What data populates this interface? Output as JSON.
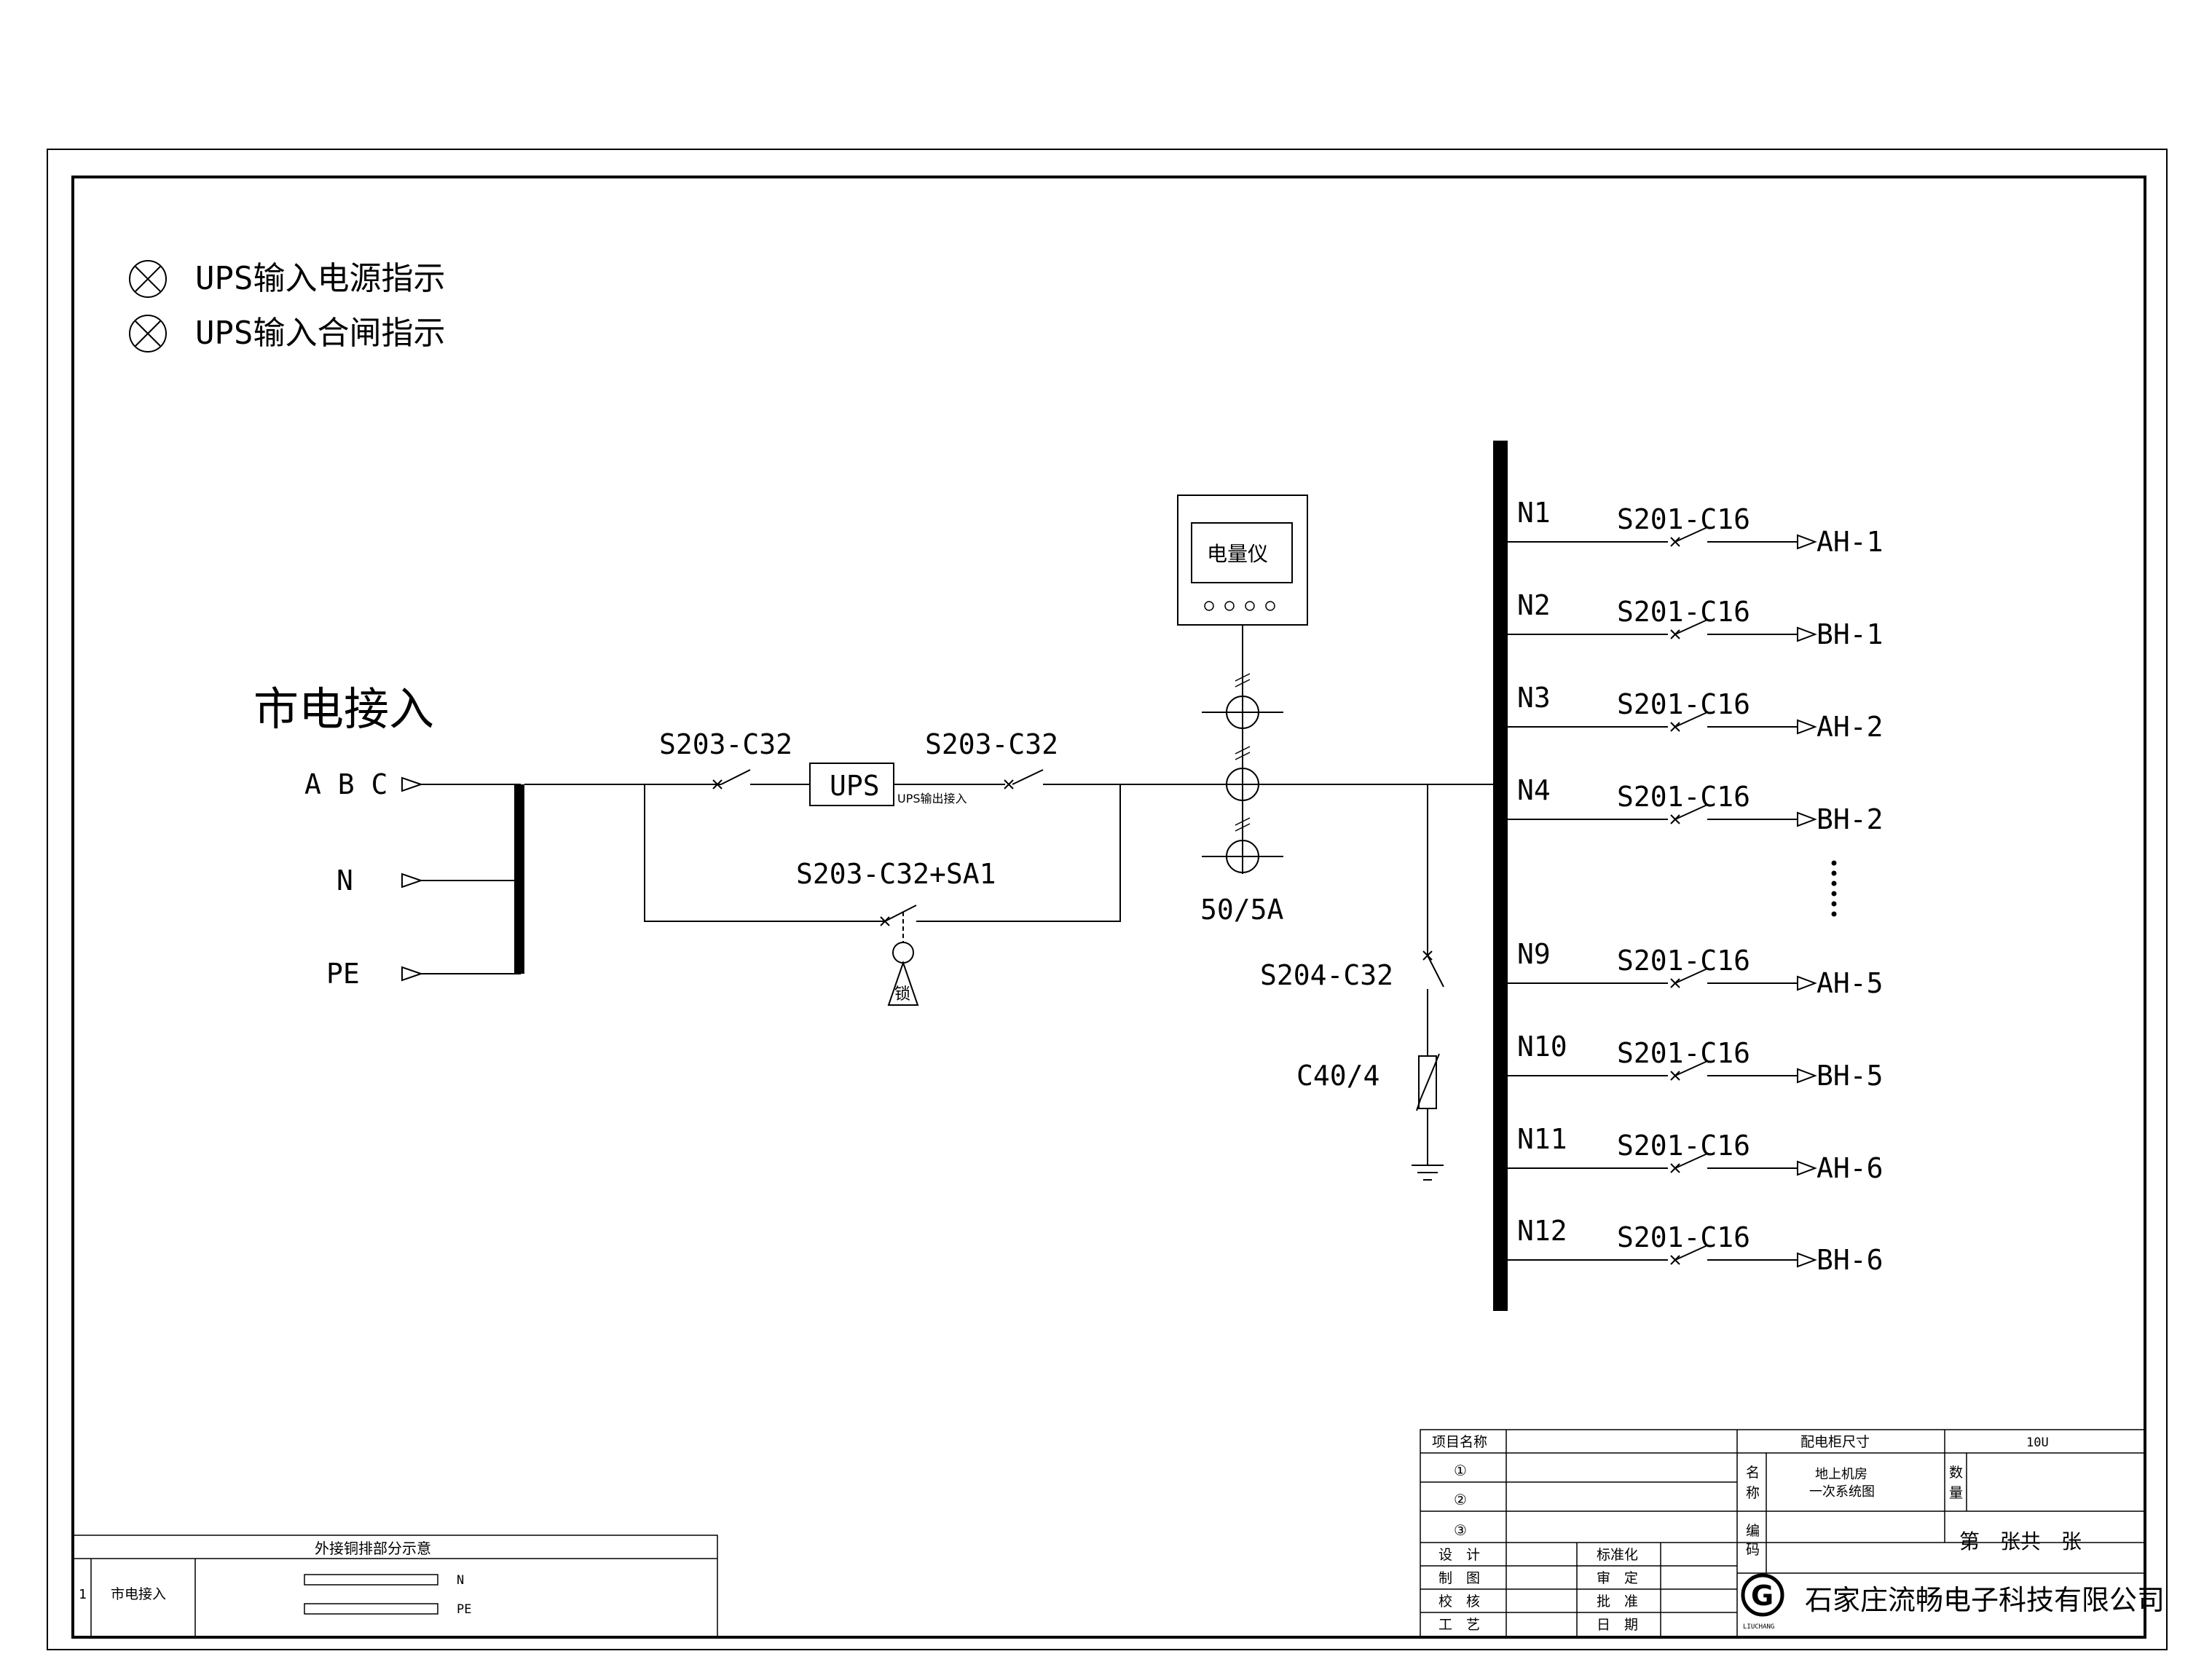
{
  "indicators": [
    {
      "label": "UPS输入电源指示",
      "icon": "lamp-cross-icon"
    },
    {
      "label": "UPS输入合闸指示",
      "icon": "lamp-cross-icon"
    }
  ],
  "mains_title": "市电接入",
  "inputs": {
    "abc": "A B C",
    "n": "N",
    "pe": "PE"
  },
  "breakers": {
    "input": "S203-C32",
    "output": "S203-C32",
    "bypass": "S203-C32+SA1",
    "spd_breaker": "S204-C32"
  },
  "ups": {
    "label": "UPS",
    "output_note": "UPS输出接入"
  },
  "lock_label": "锁",
  "meter_label": "电量仪",
  "ct_label": "50/5A",
  "spd_label": "C40/4",
  "branches": [
    {
      "n": "N1",
      "breaker": "S201-C16",
      "load": "AH-1"
    },
    {
      "n": "N2",
      "breaker": "S201-C16",
      "load": "BH-1"
    },
    {
      "n": "N3",
      "breaker": "S201-C16",
      "load": "AH-2"
    },
    {
      "n": "N4",
      "breaker": "S201-C16",
      "load": "BH-2"
    },
    {
      "n": "N9",
      "breaker": "S201-C16",
      "load": "AH-5"
    },
    {
      "n": "N10",
      "breaker": "S201-C16",
      "load": "BH-5"
    },
    {
      "n": "N11",
      "breaker": "S201-C16",
      "load": "AH-6"
    },
    {
      "n": "N12",
      "breaker": "S201-C16",
      "load": "BH-6"
    }
  ],
  "copper_table": {
    "title": "外接铜排部分示意",
    "row_no": "1",
    "row_name": "市电接入",
    "bar_n": "N",
    "bar_pe": "PE"
  },
  "title_block": {
    "project_name_label": "项目名称",
    "circled": [
      "①",
      "②",
      "③"
    ],
    "cabinet_size_label": "配电柜尺寸",
    "cabinet_size_value": "10U",
    "name_label": "名称",
    "name_value_1": "地上机房",
    "name_value_2": "一次系统图",
    "qty_label": "数量",
    "code_label": "编码",
    "sheet_text": "第　张共　张",
    "design": "设　计",
    "draw": "制　图",
    "check": "校　核",
    "craft": "工　艺",
    "standard": "标准化",
    "review": "审　定",
    "approve": "批　准",
    "date": "日　期",
    "company": "石家庄流畅电子科技有限公司",
    "logo_sub": "LIUCHANG"
  }
}
